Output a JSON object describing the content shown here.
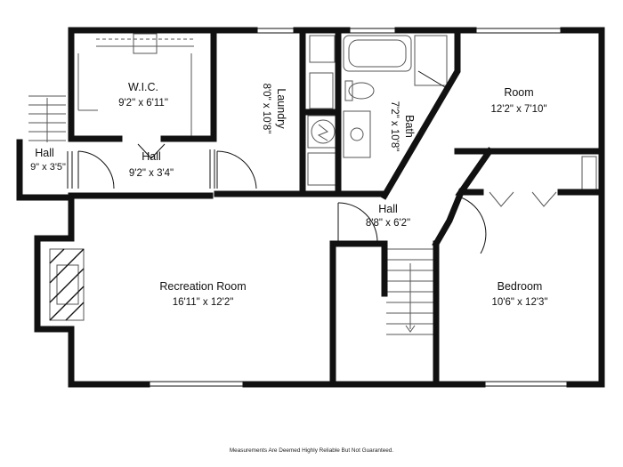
{
  "rooms": {
    "wic": {
      "name": "W.I.C.",
      "dims": "9'2\" x 6'11\""
    },
    "laundry": {
      "name": "Laundry",
      "dims": "8'0\" x 10'8\""
    },
    "bath": {
      "name": "Bath",
      "dims": "7'2\" x 10'8\""
    },
    "room": {
      "name": "Room",
      "dims": "12'2\" x 7'10\""
    },
    "hall_left": {
      "name": "Hall",
      "dims": "9\" x 3'5\""
    },
    "hall_mid": {
      "name": "Hall",
      "dims": "9'2\" x 3'4\""
    },
    "hall_center": {
      "name": "Hall",
      "dims": "8'8\" x 6'2\""
    },
    "recreation": {
      "name": "Recreation Room",
      "dims": "16'11\" x 12'2\""
    },
    "bedroom": {
      "name": "Bedroom",
      "dims": "10'6\" x 12'3\""
    }
  },
  "disclaimer": "Measurements Are Deemed Highly Reliable But Not Guaranteed.",
  "colors": {
    "wall": "#111111",
    "fixture": "#555555",
    "window": "#888888"
  }
}
